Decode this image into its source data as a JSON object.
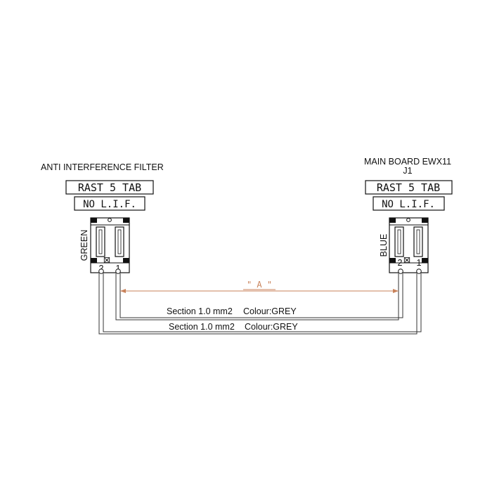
{
  "left_connector": {
    "title": "ANTI INTERFERENCE FILTER",
    "type_label": "RAST 5 TAB",
    "code_label": "NO L.I.F.",
    "color_label": "GREEN",
    "pin_2": "2",
    "pin_1": "1"
  },
  "right_connector": {
    "title": "MAIN BOARD EWX11",
    "ref": "J1",
    "type_label": "RAST 5 TAB",
    "code_label": "NO L.I.F.",
    "color_label": "BLUE",
    "pin_2": "2",
    "pin_1": "1"
  },
  "dimension_label": "\" A \"",
  "wires": [
    {
      "section": "Section 1.0 mm2",
      "colour": "Colour:GREY"
    },
    {
      "section": "Section 1.0 mm2",
      "colour": "Colour:GREY"
    }
  ]
}
